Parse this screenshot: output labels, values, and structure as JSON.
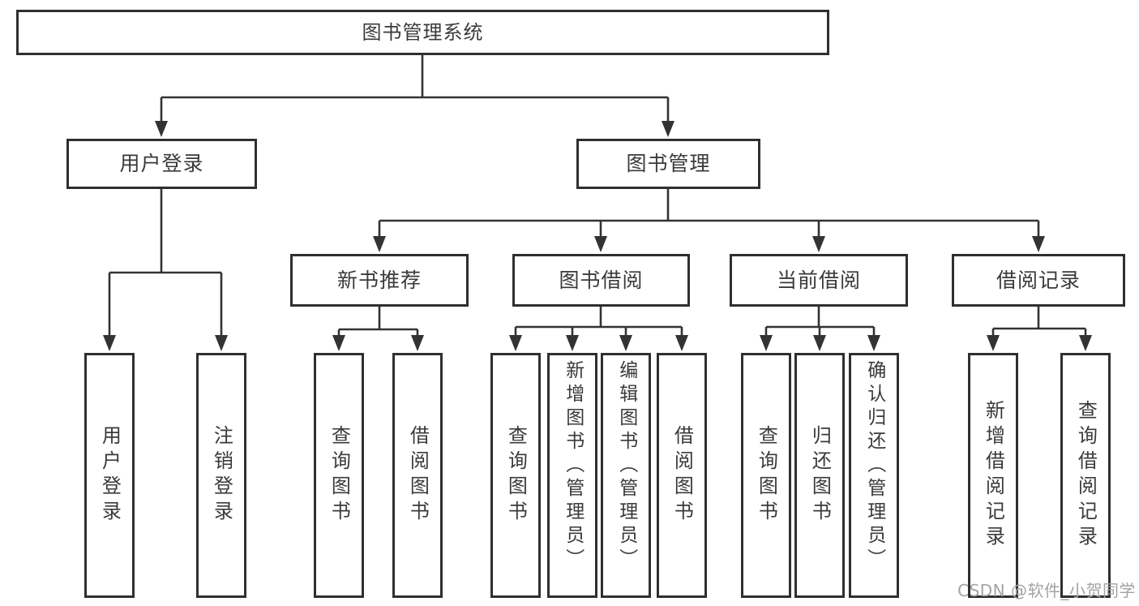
{
  "diagram": {
    "title": "图书管理系统",
    "colors": {
      "line": "#333333",
      "border": "#2f2f2f",
      "text": "#3a3a3a",
      "background": "#ffffff",
      "watermark": "#a3a3a3"
    },
    "nodes": {
      "root": {
        "label": "图书管理系统"
      },
      "user_login": {
        "label": "用户登录"
      },
      "book_management": {
        "label": "图书管理"
      },
      "new_book_recommend": {
        "label": "新书推荐"
      },
      "book_borrowing": {
        "label": "图书借阅"
      },
      "current_borrowing": {
        "label": "当前借阅"
      },
      "borrowing_records": {
        "label": "借阅记录"
      },
      "leaf_user_login": {
        "label": "用户登录"
      },
      "leaf_logout": {
        "label": "注销登录"
      },
      "leaf_query_book_a": {
        "label": "查询图书"
      },
      "leaf_borrow_book_a": {
        "label": "借阅图书"
      },
      "leaf_query_book_b": {
        "label": "查询图书"
      },
      "leaf_add_book_admin": {
        "label": "新增图书（管理员）"
      },
      "leaf_edit_book_admin": {
        "label": "编辑图书（管理员）"
      },
      "leaf_borrow_book_b": {
        "label": "借阅图书"
      },
      "leaf_query_book_c": {
        "label": "查询图书"
      },
      "leaf_return_book": {
        "label": "归还图书"
      },
      "leaf_confirm_return_admin": {
        "label": "确认归还（管理员）"
      },
      "leaf_add_borrow_record": {
        "label": "新增借阅记录"
      },
      "leaf_query_borrow_record": {
        "label": "查询借阅记录"
      }
    },
    "hierarchy": [
      {
        "parent": "图书管理系统",
        "children": [
          "用户登录",
          "图书管理"
        ]
      },
      {
        "parent": "用户登录",
        "children": [
          "用户登录",
          "注销登录"
        ]
      },
      {
        "parent": "图书管理",
        "children": [
          "新书推荐",
          "图书借阅",
          "当前借阅",
          "借阅记录"
        ]
      },
      {
        "parent": "新书推荐",
        "children": [
          "查询图书",
          "借阅图书"
        ]
      },
      {
        "parent": "图书借阅",
        "children": [
          "查询图书",
          "新增图书（管理员）",
          "编辑图书（管理员）",
          "借阅图书"
        ]
      },
      {
        "parent": "当前借阅",
        "children": [
          "查询图书",
          "归还图书",
          "确认归还（管理员）"
        ]
      },
      {
        "parent": "借阅记录",
        "children": [
          "新增借阅记录",
          "查询借阅记录"
        ]
      }
    ],
    "watermark": "CSDN @软件_小贺同学"
  }
}
